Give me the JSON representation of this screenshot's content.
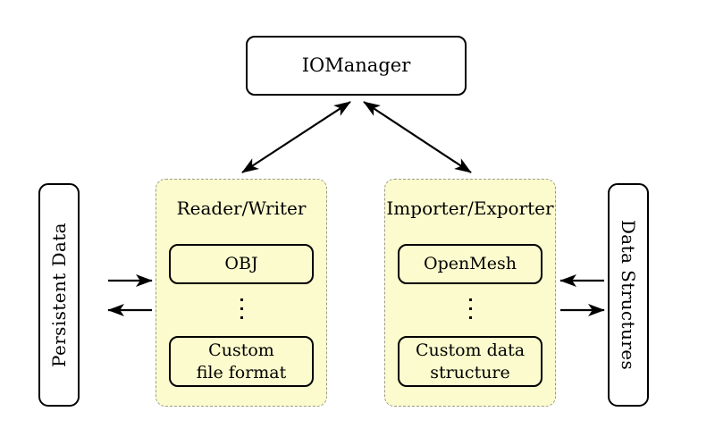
{
  "diagram": {
    "title_node": {
      "label": "IOManager"
    },
    "left_side_box": {
      "label": "Persistent Data"
    },
    "right_side_box": {
      "label": "Data Structures"
    },
    "panels": [
      {
        "id": "reader-writer",
        "title": "Reader/Writer",
        "top_item": "OBJ",
        "ellipsis": "⋮",
        "bottom_item_line1": "Custom",
        "bottom_item_line2": "file format"
      },
      {
        "id": "importer-exporter",
        "title": "Importer/Exporter",
        "top_item": "OpenMesh",
        "ellipsis": "⋮",
        "bottom_item_line1": "Custom data",
        "bottom_item_line2": "structure"
      }
    ],
    "connections": [
      {
        "name": "iomanager-to-reader-writer",
        "kind": "double-headed-arrow",
        "from": "IOManager",
        "to": "Reader/Writer"
      },
      {
        "name": "iomanager-to-importer-exporter",
        "kind": "double-headed-arrow",
        "from": "IOManager",
        "to": "Importer/Exporter"
      },
      {
        "name": "persistent-data-to-reader-writer",
        "kind": "arrow",
        "from": "Persistent Data",
        "to": "Reader/Writer"
      },
      {
        "name": "reader-writer-to-persistent-data",
        "kind": "arrow",
        "from": "Reader/Writer",
        "to": "Persistent Data"
      },
      {
        "name": "data-structures-to-importer-exporter",
        "kind": "arrow",
        "from": "Data Structures",
        "to": "Importer/Exporter"
      },
      {
        "name": "importer-exporter-to-data-structures",
        "kind": "arrow",
        "from": "Importer/Exporter",
        "to": "Data Structures"
      }
    ],
    "colors": {
      "panel_fill": "#fcfbcd",
      "panel_border": "#9a9a8e",
      "node_border": "#000000",
      "node_fill": "#ffffff",
      "background": "#ffffff",
      "arrow": "#000000"
    }
  }
}
